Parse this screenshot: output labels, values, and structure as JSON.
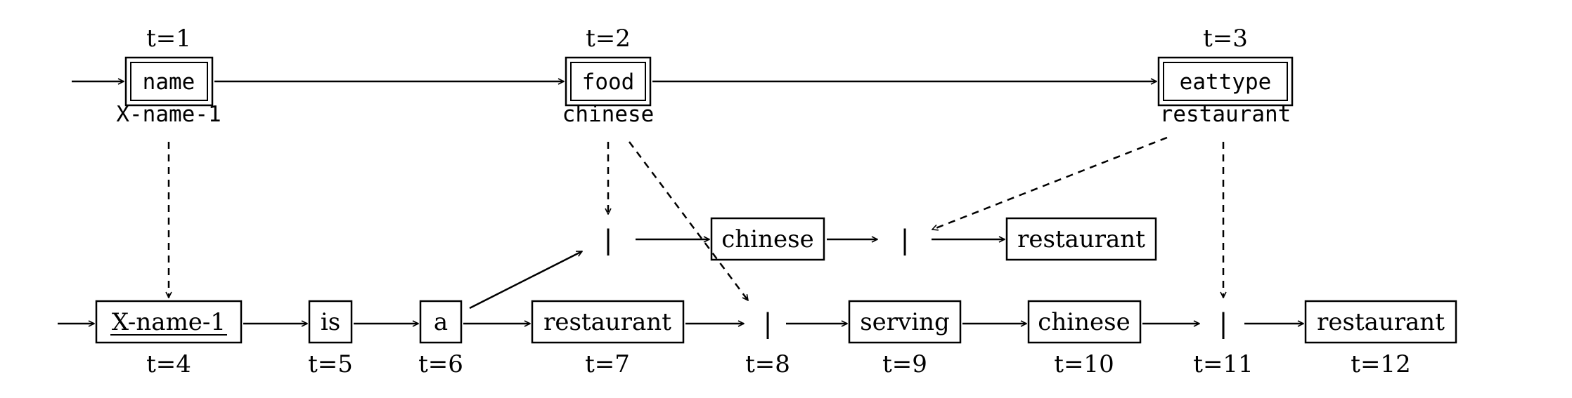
{
  "top_row": {
    "nodes": [
      {
        "id": "name",
        "label": "name",
        "value": "X-name-1",
        "time": "t=1"
      },
      {
        "id": "food",
        "label": "food",
        "value": "chinese",
        "time": "t=2"
      },
      {
        "id": "eattype",
        "label": "eattype",
        "value": "restaurant",
        "time": "t=3"
      }
    ]
  },
  "middle_row": {
    "tokens": [
      "|",
      "chinese",
      "|",
      "restaurant"
    ]
  },
  "bottom_row": {
    "tokens": [
      {
        "label": "X-name-1",
        "time": "t=4",
        "underlined": true
      },
      {
        "label": "is",
        "time": "t=5"
      },
      {
        "label": "a",
        "time": "t=6"
      },
      {
        "label": "restaurant",
        "time": "t=7"
      },
      {
        "label": "|",
        "time": "t=8"
      },
      {
        "label": "serving",
        "time": "t=9"
      },
      {
        "label": "chinese",
        "time": "t=10"
      },
      {
        "label": "|",
        "time": "t=11"
      },
      {
        "label": "restaurant",
        "time": "t=12"
      }
    ]
  }
}
